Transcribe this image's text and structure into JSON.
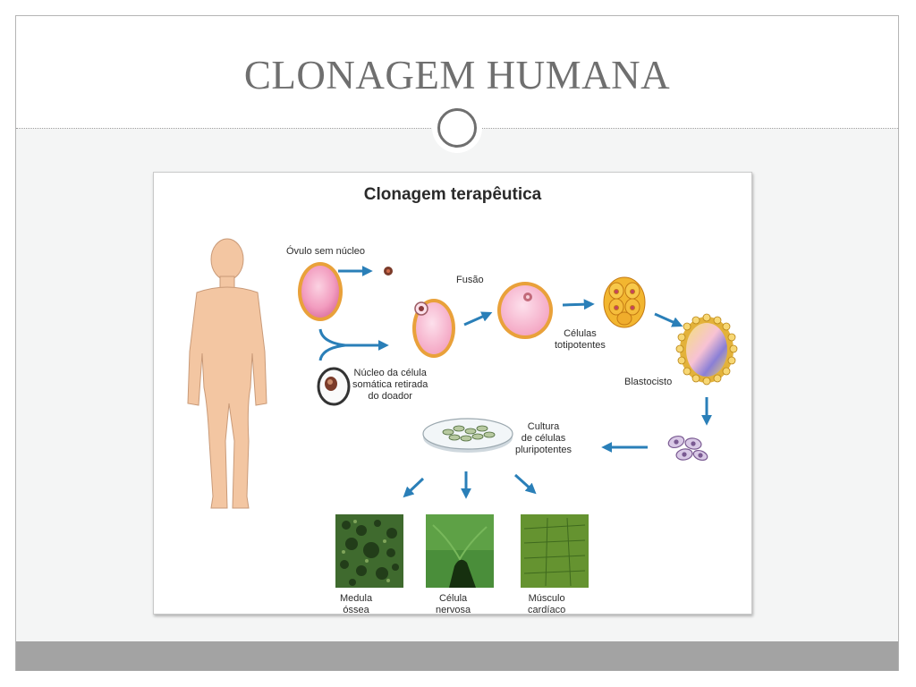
{
  "slide": {
    "title": "CLONAGEM HUMANA"
  },
  "figure": {
    "title": "Clonagem terapêutica",
    "labels": {
      "ovulo": "Óvulo sem núcleo",
      "fusao": "Fusão",
      "celulas_totipotentes": "Células\ntotipotentes",
      "nucleo": "Núcleo da célula\nsomática retirada\ndo doador",
      "blastocisto": "Blastocisto",
      "cultura": "Cultura\nde células\npluripotentes",
      "medula": "Medula\nóssea",
      "celula_nervosa": "Célula\nnervosa",
      "musculo": "Músculo\ncardíaco"
    }
  },
  "colors": {
    "title": "#6f6f6f",
    "arrow": "#2a7fb8",
    "egg_fill": "#f29cbf",
    "egg_ring": "#e9a13a",
    "skin": "#f3c6a2",
    "footer": "#a3a3a3"
  }
}
